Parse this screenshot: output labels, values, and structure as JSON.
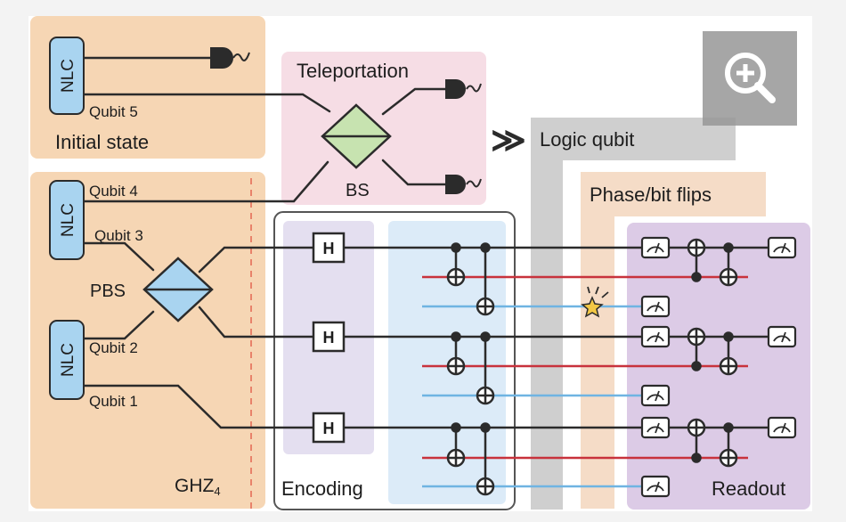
{
  "diagram": {
    "labels": {
      "initial_state": "Initial state",
      "teleportation": "Teleportation",
      "bs": "BS",
      "pbs": "PBS",
      "ghz": "GHZ",
      "ghz_sub": "4",
      "encoding": "Encoding",
      "logic_qubit": "Logic qubit",
      "phase_bit_flips": "Phase/bit flips",
      "readout": "Readout",
      "nlc": "NLC",
      "hadamard": "H",
      "arrow": "≫"
    },
    "qubits": [
      "Qubit 5",
      "Qubit 4",
      "Qubit 3",
      "Qubit 2",
      "Qubit 1"
    ],
    "colors": {
      "initial_bg": "#f6d6b4",
      "teleport_bg": "#f6dde5",
      "encoding_bg": "#e4dff0",
      "encoding_lightblue": "#dcebf8",
      "logic_gray": "#c9c9c9",
      "phase_bg": "#f5dcc7",
      "readout_bg": "#dccbe6",
      "nlc_fill": "#a9d4f0",
      "bs_fill": "#c7e3b0",
      "pbs_fill": "#a9d4f0",
      "red_wire": "#c8323c",
      "blue_wire": "#6fb4e2",
      "dash": "#e8826a"
    }
  },
  "ui": {
    "zoom_icon": "zoom-in-icon"
  }
}
